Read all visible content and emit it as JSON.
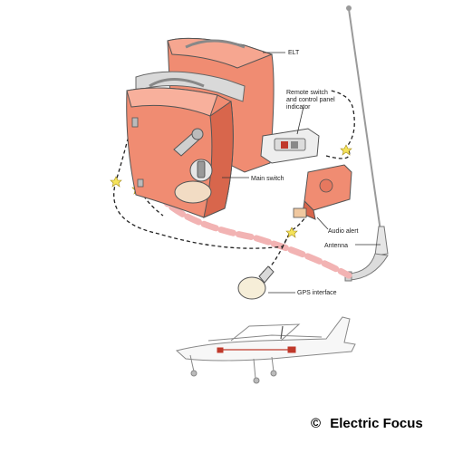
{
  "labels": {
    "elt": "ELT",
    "remote_line1": "Remote switch",
    "remote_line2": "and control panel",
    "remote_line3": "indicator",
    "main_switch": "Main switch",
    "audio_alert": "Audio alert",
    "antenna": "Antenna",
    "gps_interface": "GPS interface"
  },
  "copyright": {
    "symbol": "©",
    "text": "Electric Focus"
  },
  "colors": {
    "elt_body": "#f08c72",
    "elt_dark": "#d8664c",
    "metal": "#d9d9d9",
    "pink_cable": "#f2b3b3",
    "wire": "#222222",
    "connector_star": "#f5e35a",
    "accent_red": "#c0392b"
  }
}
